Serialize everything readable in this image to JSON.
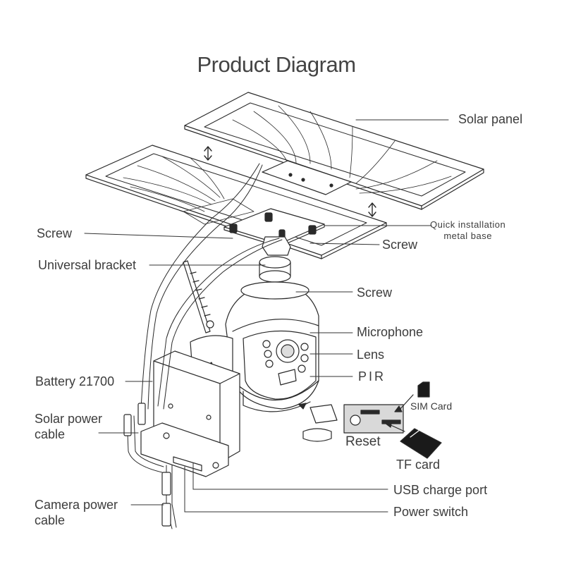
{
  "title": "Product Diagram",
  "labels": {
    "solar_panel": "Solar panel",
    "screw_left": "Screw",
    "quick_install": "Quick installation\nmetal base",
    "screw_right": "Screw",
    "universal_bracket": "Universal bracket",
    "screw_mid": "Screw",
    "microphone": "Microphone",
    "lens": "Lens",
    "pir": "PIR",
    "battery": "Battery 21700",
    "sim_card": "SIM Card",
    "solar_power_cable": "Solar power\ncable",
    "reset": "Reset",
    "tf_card": "TF card",
    "usb_charge_port": "USB charge port",
    "camera_power_cable": "Camera power\ncable",
    "power_switch": "Power switch"
  }
}
